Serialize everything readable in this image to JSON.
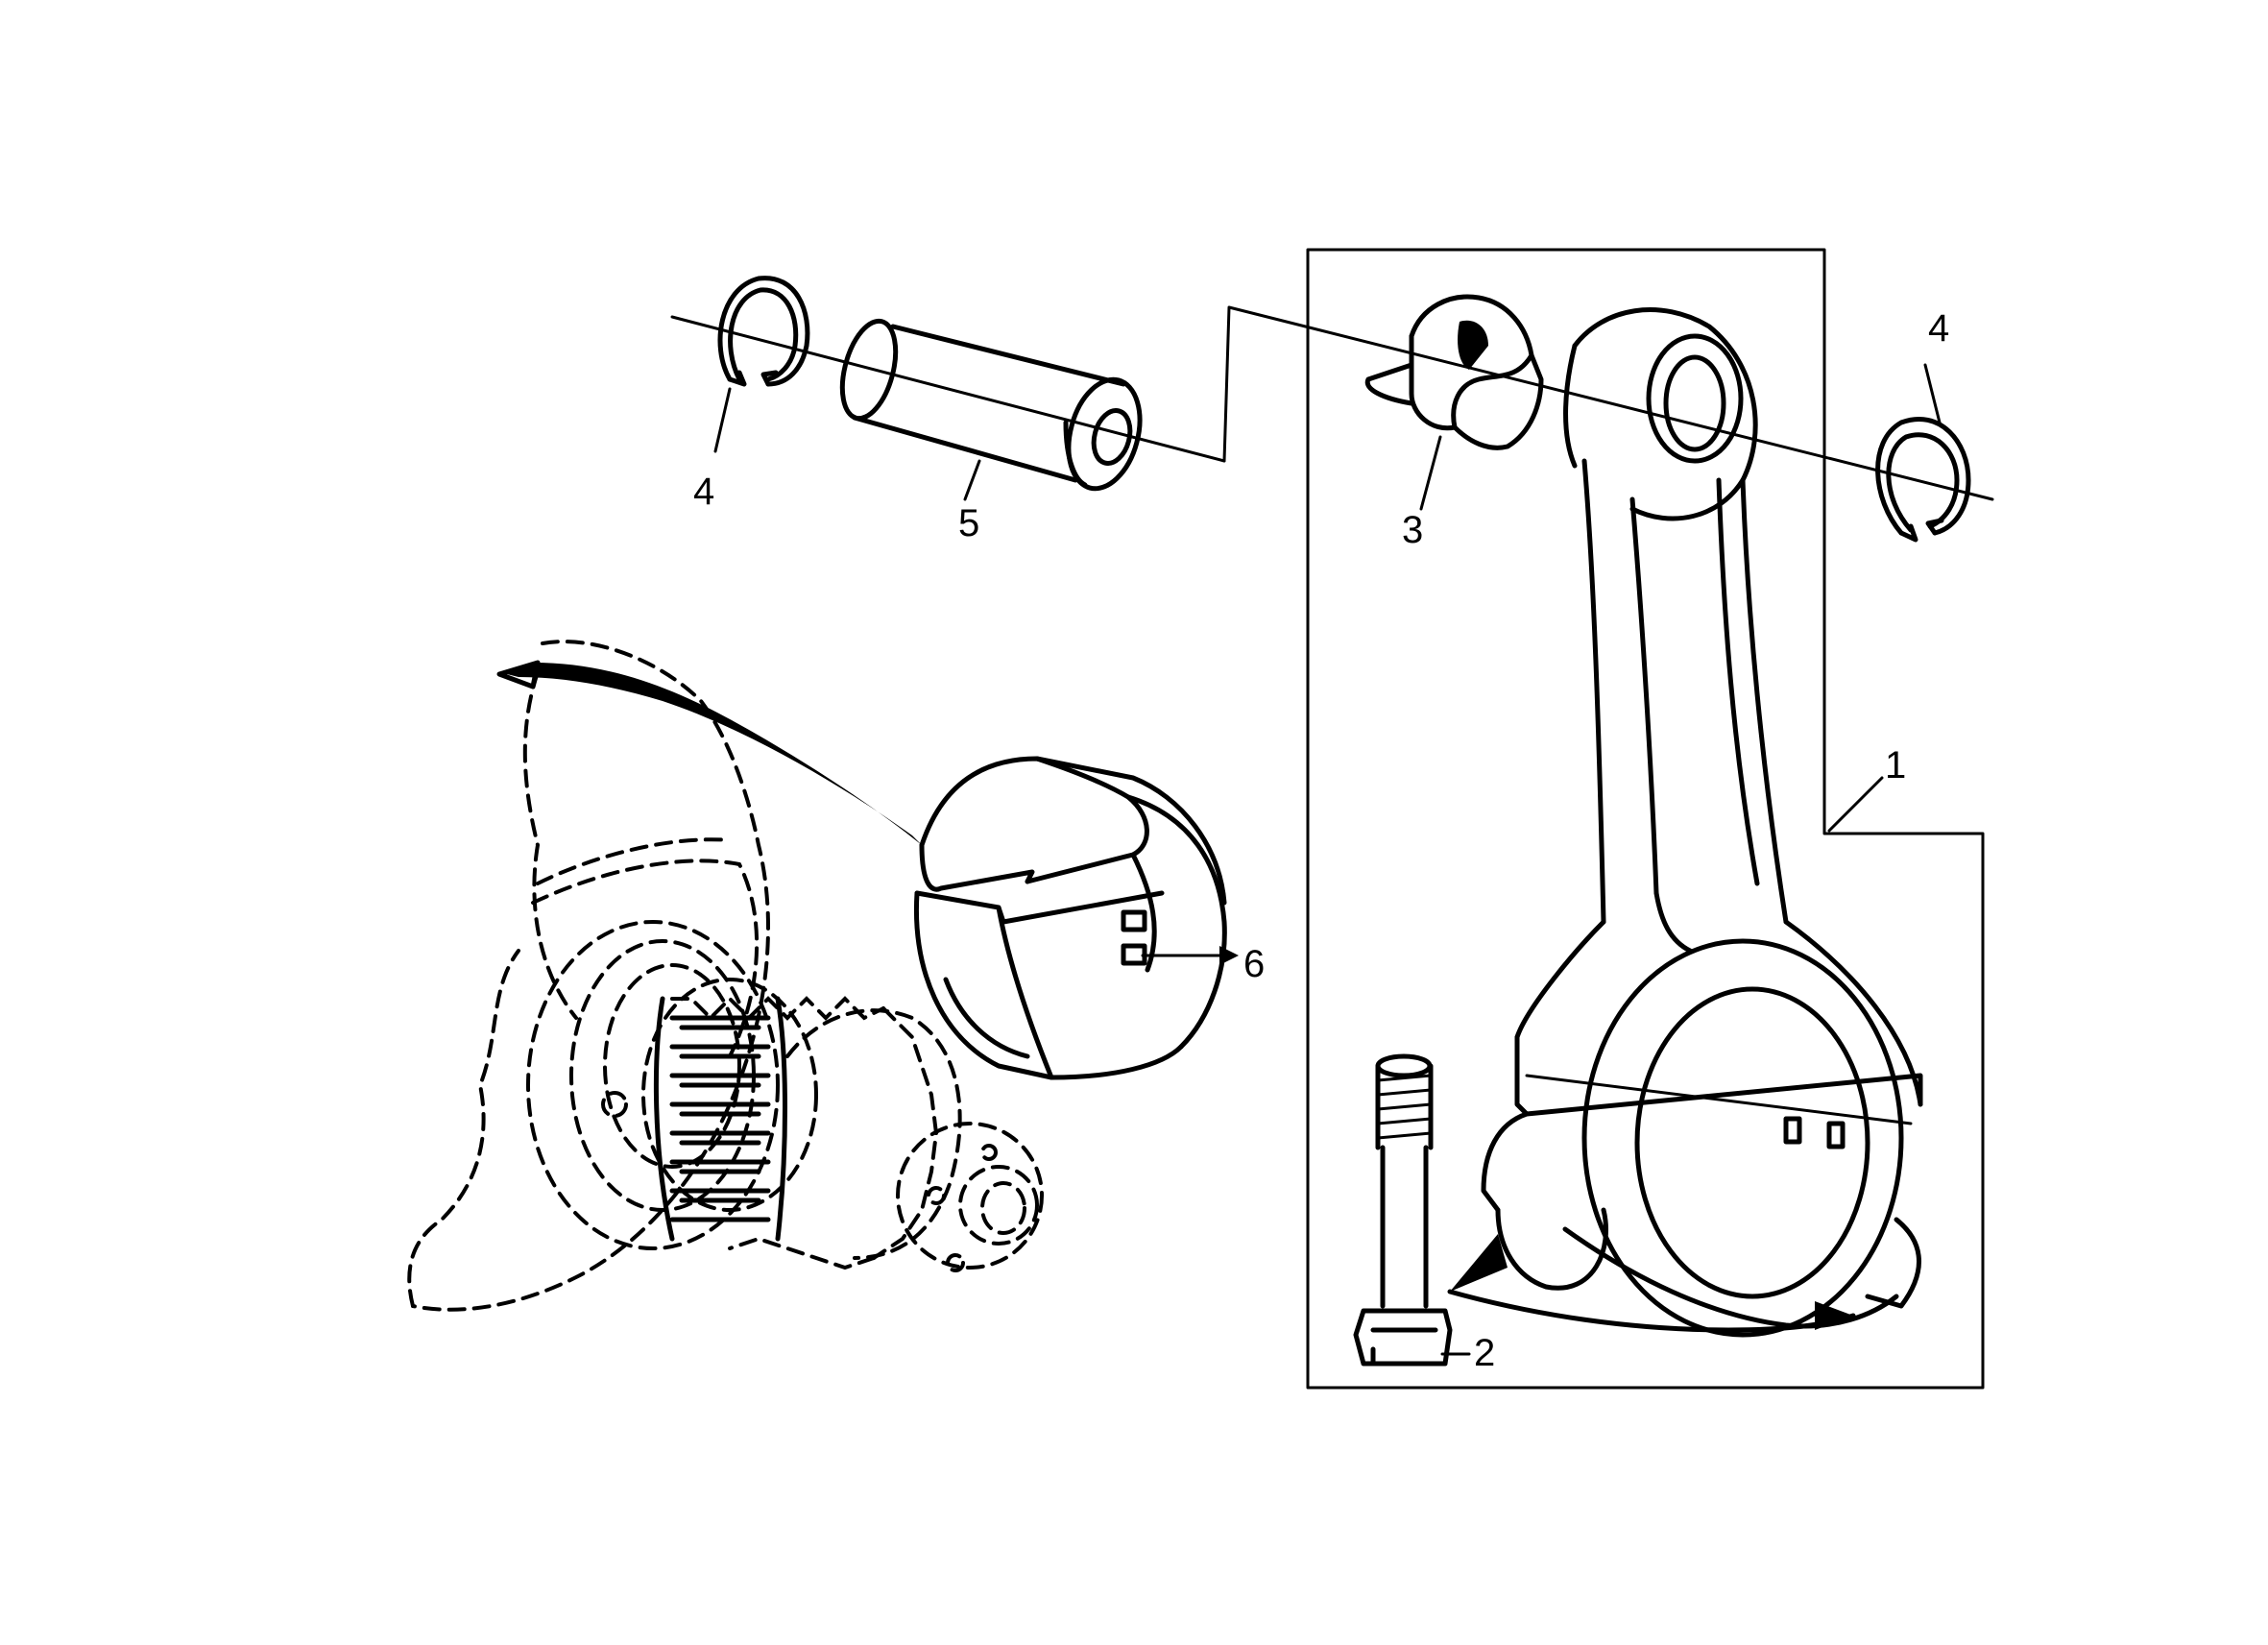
{
  "callouts": [
    {
      "id": "1",
      "label": "1"
    },
    {
      "id": "2",
      "label": "2"
    },
    {
      "id": "3",
      "label": "3"
    },
    {
      "id": "4a",
      "label": "4"
    },
    {
      "id": "4b",
      "label": "4"
    },
    {
      "id": "5",
      "label": "5"
    },
    {
      "id": "6",
      "label": "6"
    }
  ],
  "parts": [
    {
      "callout": "1",
      "icon": "connecting-rod-icon"
    },
    {
      "callout": "2",
      "icon": "rod-bolt-icon"
    },
    {
      "callout": "3",
      "icon": "small-end-bushing-icon"
    },
    {
      "callout": "4",
      "icon": "circlip-icon"
    },
    {
      "callout": "5",
      "icon": "piston-pin-icon"
    },
    {
      "callout": "6",
      "icon": "big-end-bearing-shell-icon"
    }
  ],
  "reference": {
    "icon": "crankshaft-gear-icon",
    "style": "dashed"
  }
}
